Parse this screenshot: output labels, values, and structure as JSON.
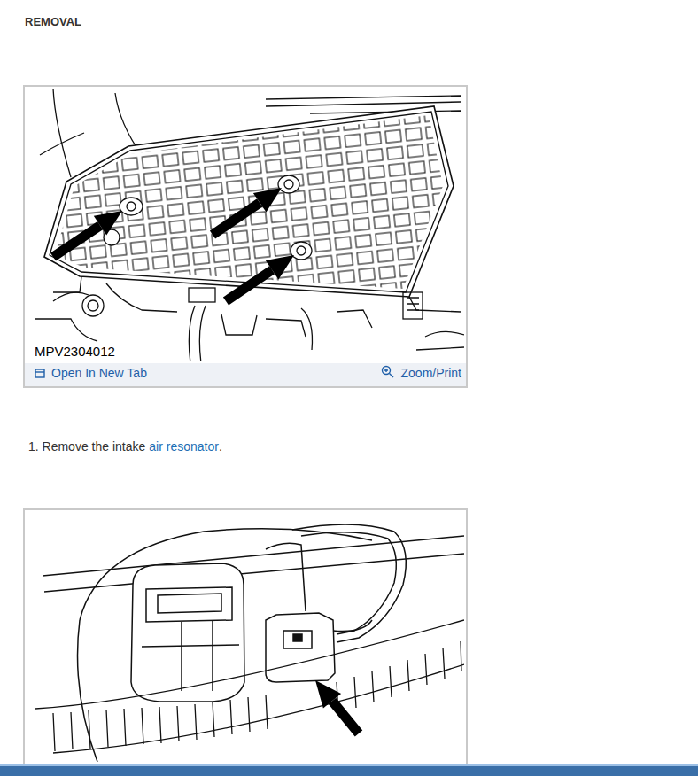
{
  "diagram": {
    "title": "REMOVAL",
    "nodes": [
      {
        "text": [
          "MPV2304012",
          "Open In New Tab",
          "Zoom/Print"
        ]
      }
    ],
    "labels": [
      "1. Remove the intake",
      "air resonator",
      "."
    ]
  }
}
